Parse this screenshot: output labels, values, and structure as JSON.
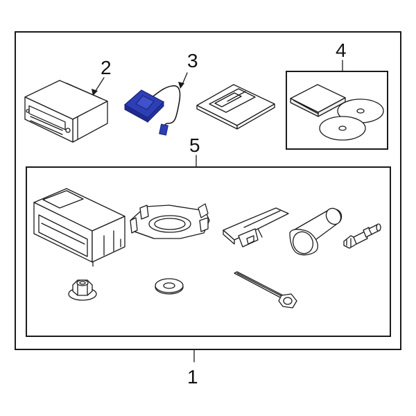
{
  "colors": {
    "highlight": "#2e3fb5",
    "highlight_dark": "#17237a",
    "line": "#1a1a1a"
  },
  "callouts": {
    "one": "1",
    "two": "2",
    "three": "3",
    "four": "4",
    "five": "5"
  },
  "parts": [
    "navigation-unit",
    "gps-antenna",
    "mounting-bracket",
    "manual-and-discs",
    "connector-housing",
    "ring-bracket",
    "cable-clip-bracket",
    "grommet",
    "hose-connector",
    "flange-nut",
    "flat-washer",
    "cable-tie"
  ]
}
